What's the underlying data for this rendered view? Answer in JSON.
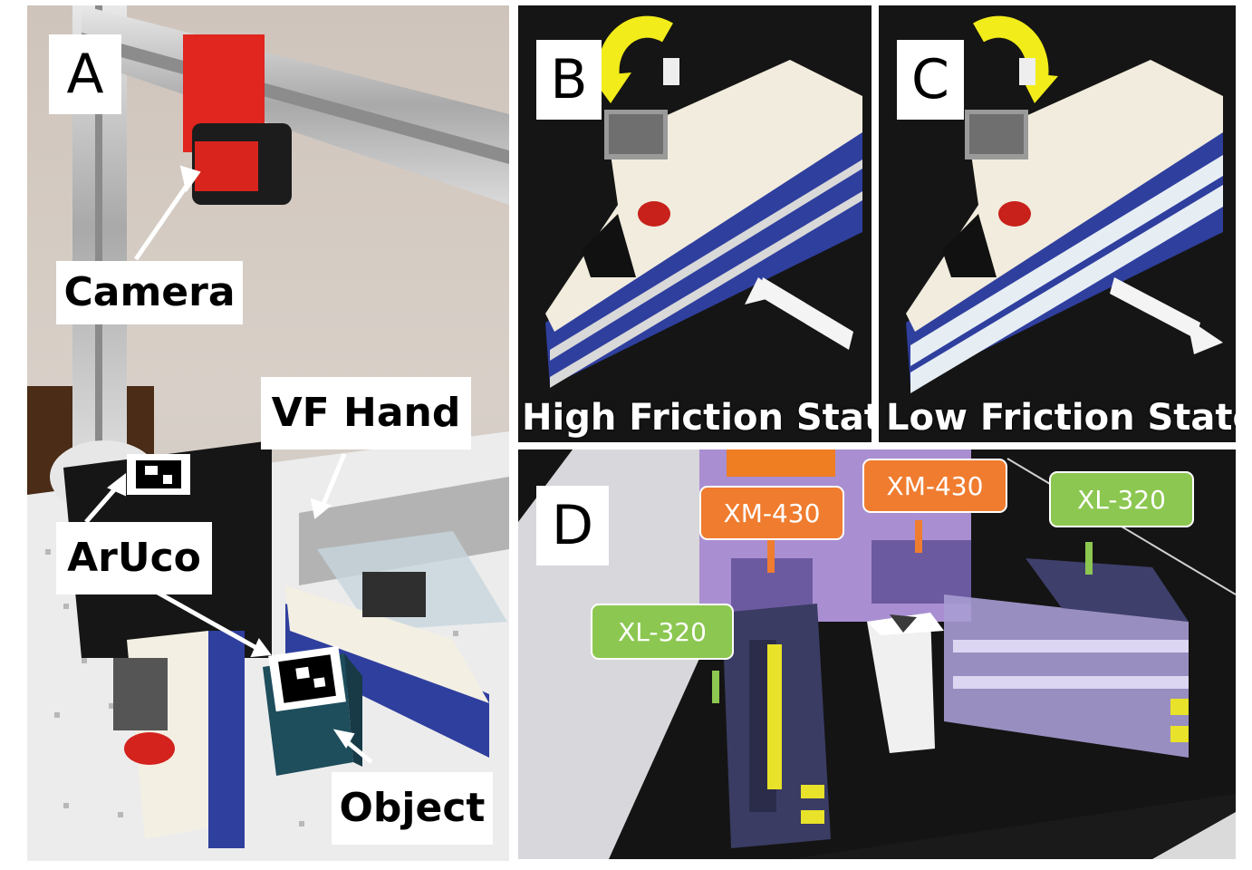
{
  "panels": {
    "a": {
      "letter": "A",
      "labels": {
        "camera": "Camera",
        "vf_hand": "VF Hand",
        "aruco": "ArUco",
        "object": "Object"
      }
    },
    "b": {
      "letter": "B",
      "state": "High Friction State"
    },
    "c": {
      "letter": "C",
      "state": "Low Friction State"
    },
    "d": {
      "letter": "D",
      "motors": {
        "left_top": "XM-430",
        "right_top": "XM-430",
        "left_side": "XL-320",
        "right_side": "XL-320"
      }
    }
  },
  "colors": {
    "xm_tag": "#f07c2f",
    "xl_tag": "#8cc751",
    "arrow_yellow": "#f2ec1a",
    "finger_blue": "#2f3f9e"
  }
}
